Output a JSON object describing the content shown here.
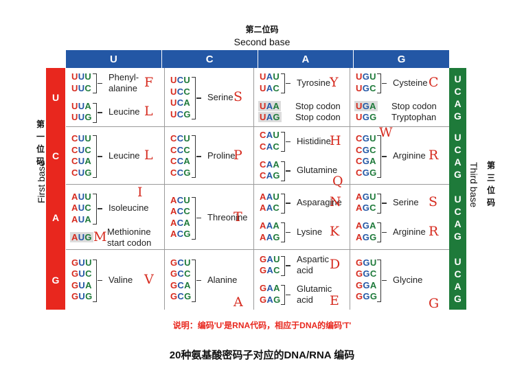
{
  "title_cn": "第二位码",
  "title_en": "Second base",
  "second_bases": [
    "U",
    "C",
    "A",
    "G"
  ],
  "first_bases": [
    "U",
    "C",
    "A",
    "G"
  ],
  "third_bases": [
    "U",
    "C",
    "A",
    "G"
  ],
  "first_label_cn": [
    "第",
    "一",
    "位",
    "码"
  ],
  "first_label_en": "First base",
  "third_label_cn": [
    "第",
    "三",
    "位",
    "码"
  ],
  "third_label_en": "Third base",
  "note": "说明：编码'U'是RNA代码，相应于DNA的编码'T'",
  "caption": "20种氨基酸密码子对应的DNA/RNA 编码",
  "colors": {
    "first": "#e8271e",
    "second": "#2357a5",
    "third": "#1e7a3a",
    "letter": "#d62b1f"
  },
  "cells": [
    [
      {
        "groups": [
          {
            "codons": [
              "UUU",
              "UUC"
            ],
            "aa": [
              "Phenyl-",
              "alanine"
            ],
            "letter": "F"
          },
          {
            "codons": [
              "UUA",
              "UUG"
            ],
            "aa": [
              "Leucine"
            ],
            "letter": "L"
          }
        ]
      },
      {
        "groups": [
          {
            "codons": [
              "UCU",
              "UCC",
              "UCA",
              "UCG"
            ],
            "aa": [
              "Serine"
            ],
            "letter": "S"
          }
        ]
      },
      {
        "groups": [
          {
            "codons": [
              "UAU",
              "UAC"
            ],
            "aa": [
              "Tyrosine"
            ],
            "letter": "Y"
          },
          {
            "codons": [
              "UAA",
              "UAG"
            ],
            "highlight": [
              0,
              1
            ],
            "aa": [
              "Stop codon",
              "Stop codon"
            ],
            "letter": "",
            "bracketless": true
          }
        ]
      },
      {
        "groups": [
          {
            "codons": [
              "UGU",
              "UGC"
            ],
            "aa": [
              "Cysteine"
            ],
            "letter": "C"
          },
          {
            "codons": [
              "UGA",
              "UGG"
            ],
            "highlight": [
              0
            ],
            "aa": [
              "Stop codon",
              "Tryptophan"
            ],
            "letter": "W",
            "bracketless": true
          }
        ]
      }
    ],
    [
      {
        "groups": [
          {
            "codons": [
              "CUU",
              "CUC",
              "CUA",
              "CUG"
            ],
            "aa": [
              "Leucine"
            ],
            "letter": "L"
          }
        ]
      },
      {
        "groups": [
          {
            "codons": [
              "CCU",
              "CCC",
              "CCA",
              "CCG"
            ],
            "aa": [
              "Proline"
            ],
            "letter": "P"
          }
        ]
      },
      {
        "groups": [
          {
            "codons": [
              "CAU",
              "CAC"
            ],
            "aa": [
              "Histidine"
            ],
            "letter": "H"
          },
          {
            "codons": [
              "CAA",
              "CAG"
            ],
            "aa": [
              "Glutamine"
            ],
            "letter": "Q"
          }
        ]
      },
      {
        "groups": [
          {
            "codons": [
              "CGU",
              "CGC",
              "CGA",
              "CGG"
            ],
            "aa": [
              "Arginine"
            ],
            "letter": "R"
          }
        ]
      }
    ],
    [
      {
        "groups": [
          {
            "codons": [
              "AUU",
              "AUC",
              "AUA"
            ],
            "aa": [
              "Isoleucine"
            ],
            "letter": "I"
          },
          {
            "codons": [
              "AUG"
            ],
            "highlight": [
              0
            ],
            "aa": [
              "Methionine",
              "start codon"
            ],
            "letter": "M",
            "bracketless": true
          }
        ]
      },
      {
        "groups": [
          {
            "codons": [
              "ACU",
              "ACC",
              "ACA",
              "ACG"
            ],
            "aa": [
              "Threonine"
            ],
            "letter": "T"
          }
        ]
      },
      {
        "groups": [
          {
            "codons": [
              "AAU",
              "AAC"
            ],
            "aa": [
              "Asparagine"
            ],
            "letter": "N"
          },
          {
            "codons": [
              "AAA",
              "AAG"
            ],
            "aa": [
              "Lysine"
            ],
            "letter": "K"
          }
        ]
      },
      {
        "groups": [
          {
            "codons": [
              "AGU",
              "AGC"
            ],
            "aa": [
              "Serine"
            ],
            "letter": "S"
          },
          {
            "codons": [
              "AGA",
              "AGG"
            ],
            "aa": [
              "Arginine"
            ],
            "letter": "R"
          }
        ]
      }
    ],
    [
      {
        "groups": [
          {
            "codons": [
              "GUU",
              "GUC",
              "GUA",
              "GUG"
            ],
            "aa": [
              "Valine"
            ],
            "letter": "V"
          }
        ]
      },
      {
        "groups": [
          {
            "codons": [
              "GCU",
              "GCC",
              "GCA",
              "GCG"
            ],
            "aa": [
              "Alanine"
            ],
            "letter": "A"
          }
        ]
      },
      {
        "groups": [
          {
            "codons": [
              "GAU",
              "GAC"
            ],
            "aa": [
              "Aspartic",
              "acid"
            ],
            "letter": "D"
          },
          {
            "codons": [
              "GAA",
              "GAG"
            ],
            "aa": [
              "Glutamic",
              "acid"
            ],
            "letter": "E"
          }
        ]
      },
      {
        "groups": [
          {
            "codons": [
              "GGU",
              "GGC",
              "GGA",
              "GGG"
            ],
            "aa": [
              "Glycine"
            ],
            "letter": "G"
          }
        ]
      }
    ]
  ]
}
